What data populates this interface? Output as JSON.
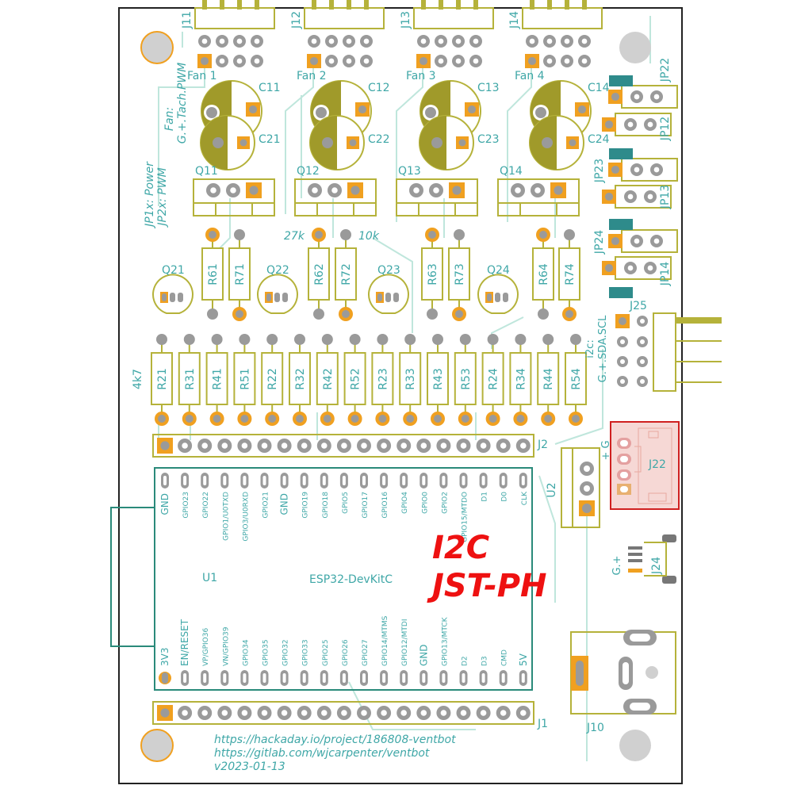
{
  "colors": {
    "silk": "#3fa7a7",
    "trace": "#bfe6dc",
    "outline": "#b5b23a",
    "pad": "#f0a020",
    "hole": "#9a9a9a",
    "cap_fill": "#a09a2a",
    "highlight": "#ff0000",
    "teal_block": "#2e8b8b"
  },
  "fan_headers": [
    {
      "ref": "J11",
      "label": "Fan 1"
    },
    {
      "ref": "J12",
      "label": "Fan 2"
    },
    {
      "ref": "J13",
      "label": "Fan 3"
    },
    {
      "ref": "J14",
      "label": "Fan 4"
    }
  ],
  "big_caps": [
    "C11",
    "C12",
    "C13",
    "C14"
  ],
  "small_caps": [
    "C21",
    "C22",
    "C23",
    "C24"
  ],
  "fan_note": [
    "Fan:",
    "G.+.Tach.PWM"
  ],
  "power_note": [
    "JP1x: Power",
    "JP2x: PWM"
  ],
  "transistors_top": [
    "Q11",
    "Q12",
    "Q13",
    "Q14"
  ],
  "transistors_small": [
    "Q21",
    "Q22",
    "Q23",
    "Q24"
  ],
  "upper_resistors": [
    "R61",
    "R71",
    "R62",
    "R72",
    "R63",
    "R73",
    "R64",
    "R74"
  ],
  "value_27k": "27k",
  "value_10k": "10k",
  "value_4k7": "4k7",
  "lower_resistors": [
    "R21",
    "R31",
    "R41",
    "R51",
    "R22",
    "R32",
    "R42",
    "R52",
    "R23",
    "R33",
    "R43",
    "R53",
    "R24",
    "R34",
    "R44",
    "R54"
  ],
  "jumpers": [
    "JP22",
    "JP12",
    "JP23",
    "JP13",
    "JP24",
    "JP14"
  ],
  "j25": {
    "ref": "J25",
    "note": [
      "i2c:",
      "G.+.SDA.SCL"
    ]
  },
  "j22": {
    "ref": "J22",
    "pins_label": "+ G"
  },
  "u2": "U2",
  "j24": {
    "ref": "J24",
    "label": "G.+"
  },
  "j10": "J10",
  "j2": "J2",
  "j1": "J1",
  "u1": {
    "ref": "U1",
    "name": "ESP32-DevKitC"
  },
  "top_pins": [
    "GND",
    "GPIO23",
    "GPIO22",
    "GPIO1/U0TXD",
    "GPIO3/U0RXD",
    "GPIO21",
    "GND",
    "GPIO19",
    "GPIO18",
    "GPIO5",
    "GPIO17",
    "GPIO16",
    "GPIO4",
    "GPIO0",
    "GPIO2",
    "GPIO15/MTDO",
    "D1",
    "D0",
    "CLK"
  ],
  "bottom_pins": [
    "3V3",
    "EN/RESET",
    "VP/GPIO36",
    "VN/GPIO39",
    "GPIO34",
    "GPIO35",
    "GPIO32",
    "GPIO33",
    "GPIO25",
    "GPIO26",
    "GPIO27",
    "GPIO14/MTMS",
    "GPIO12/MTDI",
    "GND",
    "GPIO13/MTCK",
    "D2",
    "D3",
    "CMD",
    "5V"
  ],
  "annotation": [
    "I2C",
    "JST-PH"
  ],
  "footer": [
    "https://hackaday.io/project/186808-ventbot",
    "https://gitlab.com/wjcarpenter/ventbot",
    "v2023-01-13"
  ]
}
